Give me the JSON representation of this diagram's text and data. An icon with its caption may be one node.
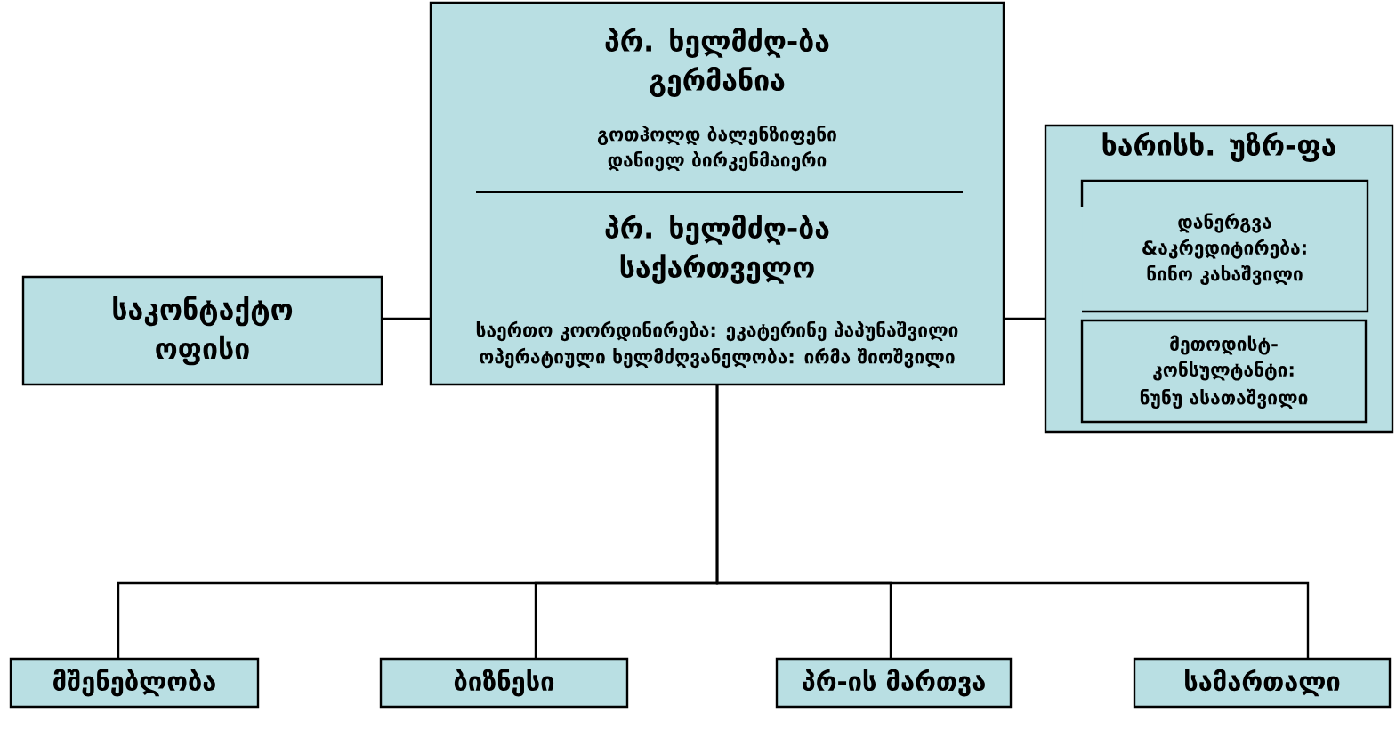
{
  "diagram": {
    "nodes": [
      {
        "text": [
          "პრ. ხელმძღ-ბა გერმანია",
          "გოთჰოლდ ბალენზიფენი",
          "დანიელ ბირკენმაიერი",
          "პრ. ხელმძღ-ბა საქართველო",
          "საერთო კოორდინირება: ეკატერინე პაპუნაშვილი",
          "ოპერატიული ხელმძღვანელობა: ირმა შიოშვილი"
        ]
      },
      {
        "text": [
          "საკონტაქტო ოფისი"
        ]
      },
      {
        "text": [
          "ხარისხ. უზრ-ფა"
        ]
      },
      {
        "text": [
          "დანერგვა &აკრედიტირება:",
          "ნინო კახაშვილი"
        ],
        "in": 2
      },
      {
        "text": [
          "მეთოდისტ- კონსულტანტი:",
          "ნუნუ ასათაშვილი"
        ],
        "in": 2
      },
      {
        "text": [
          "მშენებლობა"
        ]
      },
      {
        "text": [
          "ბიზნესი"
        ]
      },
      {
        "text": [
          "პრ-ის მართვა"
        ]
      },
      {
        "text": [
          "სამართალი"
        ]
      }
    ],
    "edges": [
      {
        "from": 1,
        "to": 0,
        "arrow": "none"
      },
      {
        "from": 0,
        "to": 2,
        "arrow": "none"
      },
      {
        "from": 0,
        "to": 5,
        "arrow": "none"
      },
      {
        "from": 0,
        "to": 6,
        "arrow": "none"
      },
      {
        "from": 0,
        "to": 7,
        "arrow": "none"
      },
      {
        "from": 0,
        "to": 8,
        "arrow": "none"
      }
    ]
  }
}
